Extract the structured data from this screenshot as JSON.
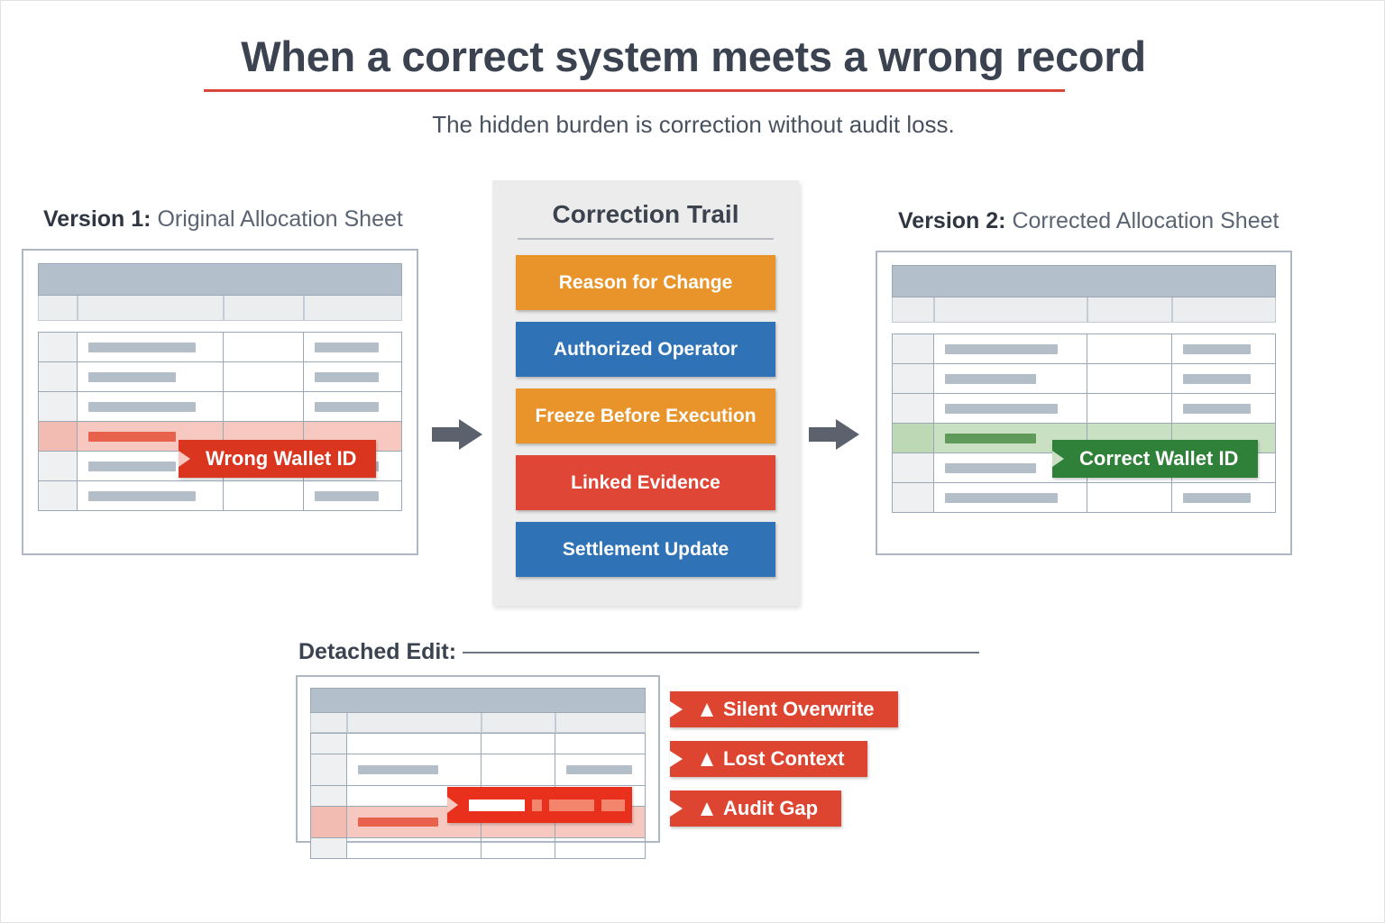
{
  "header": {
    "title": "When a correct system meets a wrong record",
    "subtitle": "The hidden burden is correction without audit loss.",
    "rule_color": "#d9453c"
  },
  "left_sheet": {
    "caption_bold": "Version 1:",
    "caption_rest": " Original Allocation Sheet",
    "callout_label": "Wrong Wallet ID",
    "callout_color": "#d9351f",
    "highlight_row_color": "#f7c8c0"
  },
  "right_sheet": {
    "caption_bold": "Version 2:",
    "caption_rest": " Corrected Allocation Sheet",
    "callout_label": "Correct Wallet ID",
    "callout_color": "#2f8038",
    "highlight_row_color": "#c9e0c3"
  },
  "panel": {
    "title": "Correction Trail",
    "background": "#ececec",
    "items": [
      {
        "label": "Reason for Change",
        "color": "#e8942a"
      },
      {
        "label": "Authorized Operator",
        "color": "#2f72b5"
      },
      {
        "label": "Freeze Before Execution",
        "color": "#e8942a"
      },
      {
        "label": "Linked Evidence",
        "color": "#df4636"
      },
      {
        "label": "Settlement Update",
        "color": "#2f72b5"
      }
    ]
  },
  "detached": {
    "label": "Detached Edit:",
    "badges": [
      {
        "label": "Silent Overwrite",
        "icon": "warning-triangle-icon"
      },
      {
        "label": "Lost Context",
        "icon": "warning-triangle-icon"
      },
      {
        "label": "Audit Gap",
        "icon": "warning-triangle-icon"
      }
    ],
    "badge_color": "#dd4530",
    "redacted_bar_color": "#e8301c"
  },
  "arrows": {
    "icon": "arrow-right-icon",
    "color": "#5b626e",
    "count": 2
  }
}
